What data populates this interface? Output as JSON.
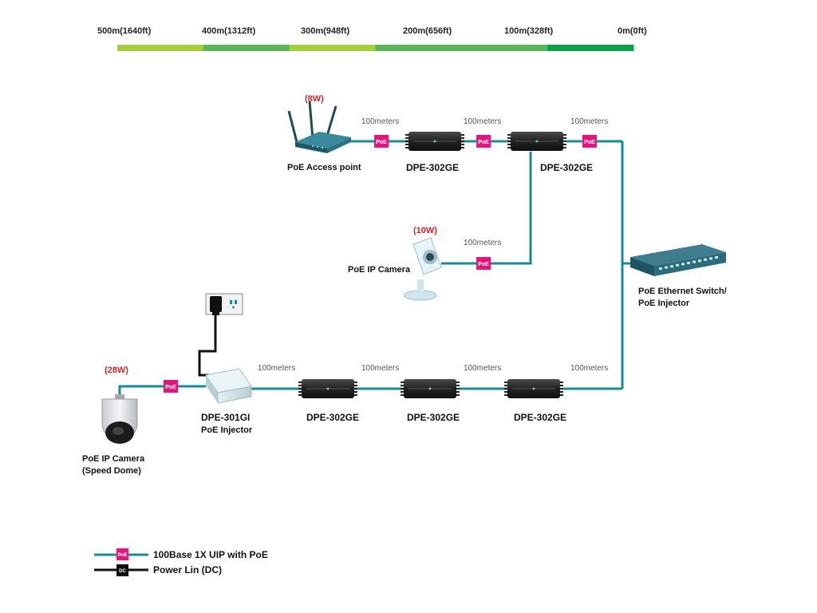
{
  "distance_scale": {
    "labels": [
      "500m(1640ft)",
      "400m(1312ft)",
      "300m(948ft)",
      "200m(656ft)",
      "100m(328ft)",
      "0m(0ft)"
    ],
    "segment_colors": [
      "#a6ce39",
      "#5bb55b",
      "#a6ce39",
      "#5bb55b",
      "#5bb55b",
      "#0aa14b"
    ]
  },
  "colors": {
    "poe_line": "#1a8a99",
    "power_line": "#111111",
    "poe_badge": "#e6157d",
    "wattage": "#d2232a"
  },
  "devices": {
    "access_point": {
      "label": "PoE Access point",
      "wattage": "(8W)"
    },
    "extender_top_1": {
      "label": "DPE-302GE"
    },
    "extender_top_2": {
      "label": "DPE-302GE"
    },
    "ip_camera": {
      "label": "PoE IP Camera",
      "wattage": "(10W)"
    },
    "switch": {
      "label_line1": "PoE Ethernet Switch/",
      "label_line2": "PoE Injector"
    },
    "injector": {
      "label_line1": "DPE-301GI",
      "label_line2": "PoE Injector"
    },
    "extender_bottom_1": {
      "label": "DPE-302GE"
    },
    "extender_bottom_2": {
      "label": "DPE-302GE"
    },
    "extender_bottom_3": {
      "label": "DPE-302GE"
    },
    "speed_dome": {
      "label_line1": "PoE IP Camera",
      "label_line2": "(Speed Dome)",
      "wattage": "(28W)"
    }
  },
  "segment_length_label": "100meters",
  "poe_badge_text": "PoE",
  "dc_badge_text": "DC",
  "legend": {
    "poe_entry": "100Base 1X UIP with PoE",
    "power_entry": "Power Lin (DC)"
  }
}
